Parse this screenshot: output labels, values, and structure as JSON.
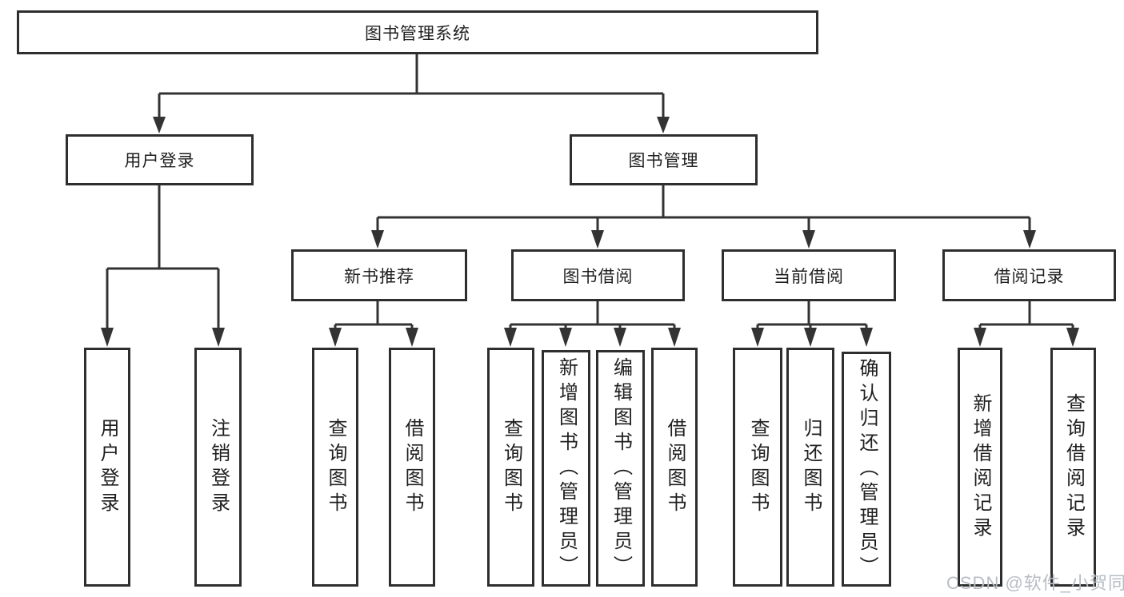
{
  "diagram": {
    "root": {
      "label": "图书管理系统"
    },
    "level2": [
      {
        "label": "用户登录"
      },
      {
        "label": "图书管理"
      }
    ],
    "level3": [
      {
        "label": "新书推荐"
      },
      {
        "label": "图书借阅"
      },
      {
        "label": "当前借阅"
      },
      {
        "label": "借阅记录"
      }
    ],
    "leaves": [
      {
        "label": "用户登录"
      },
      {
        "label": "注销登录"
      },
      {
        "label": "查询图书"
      },
      {
        "label": "借阅图书"
      },
      {
        "label": "查询图书"
      },
      {
        "label": "新增图书（管理员）"
      },
      {
        "label": "编辑图书（管理员）"
      },
      {
        "label": "借阅图书"
      },
      {
        "label": "查询图书"
      },
      {
        "label": "归还图书"
      },
      {
        "label": "确认归还（管理员）"
      },
      {
        "label": "新增借阅记录"
      },
      {
        "label": "查询借阅记录"
      }
    ]
  },
  "watermark": {
    "text": "CSDN @软件_小贺同学"
  },
  "colors": {
    "line": "#333333",
    "border": "#2e2e2e",
    "text": "#1f1f1f",
    "watermark": "#b6bdc3",
    "background": "#ffffff"
  }
}
